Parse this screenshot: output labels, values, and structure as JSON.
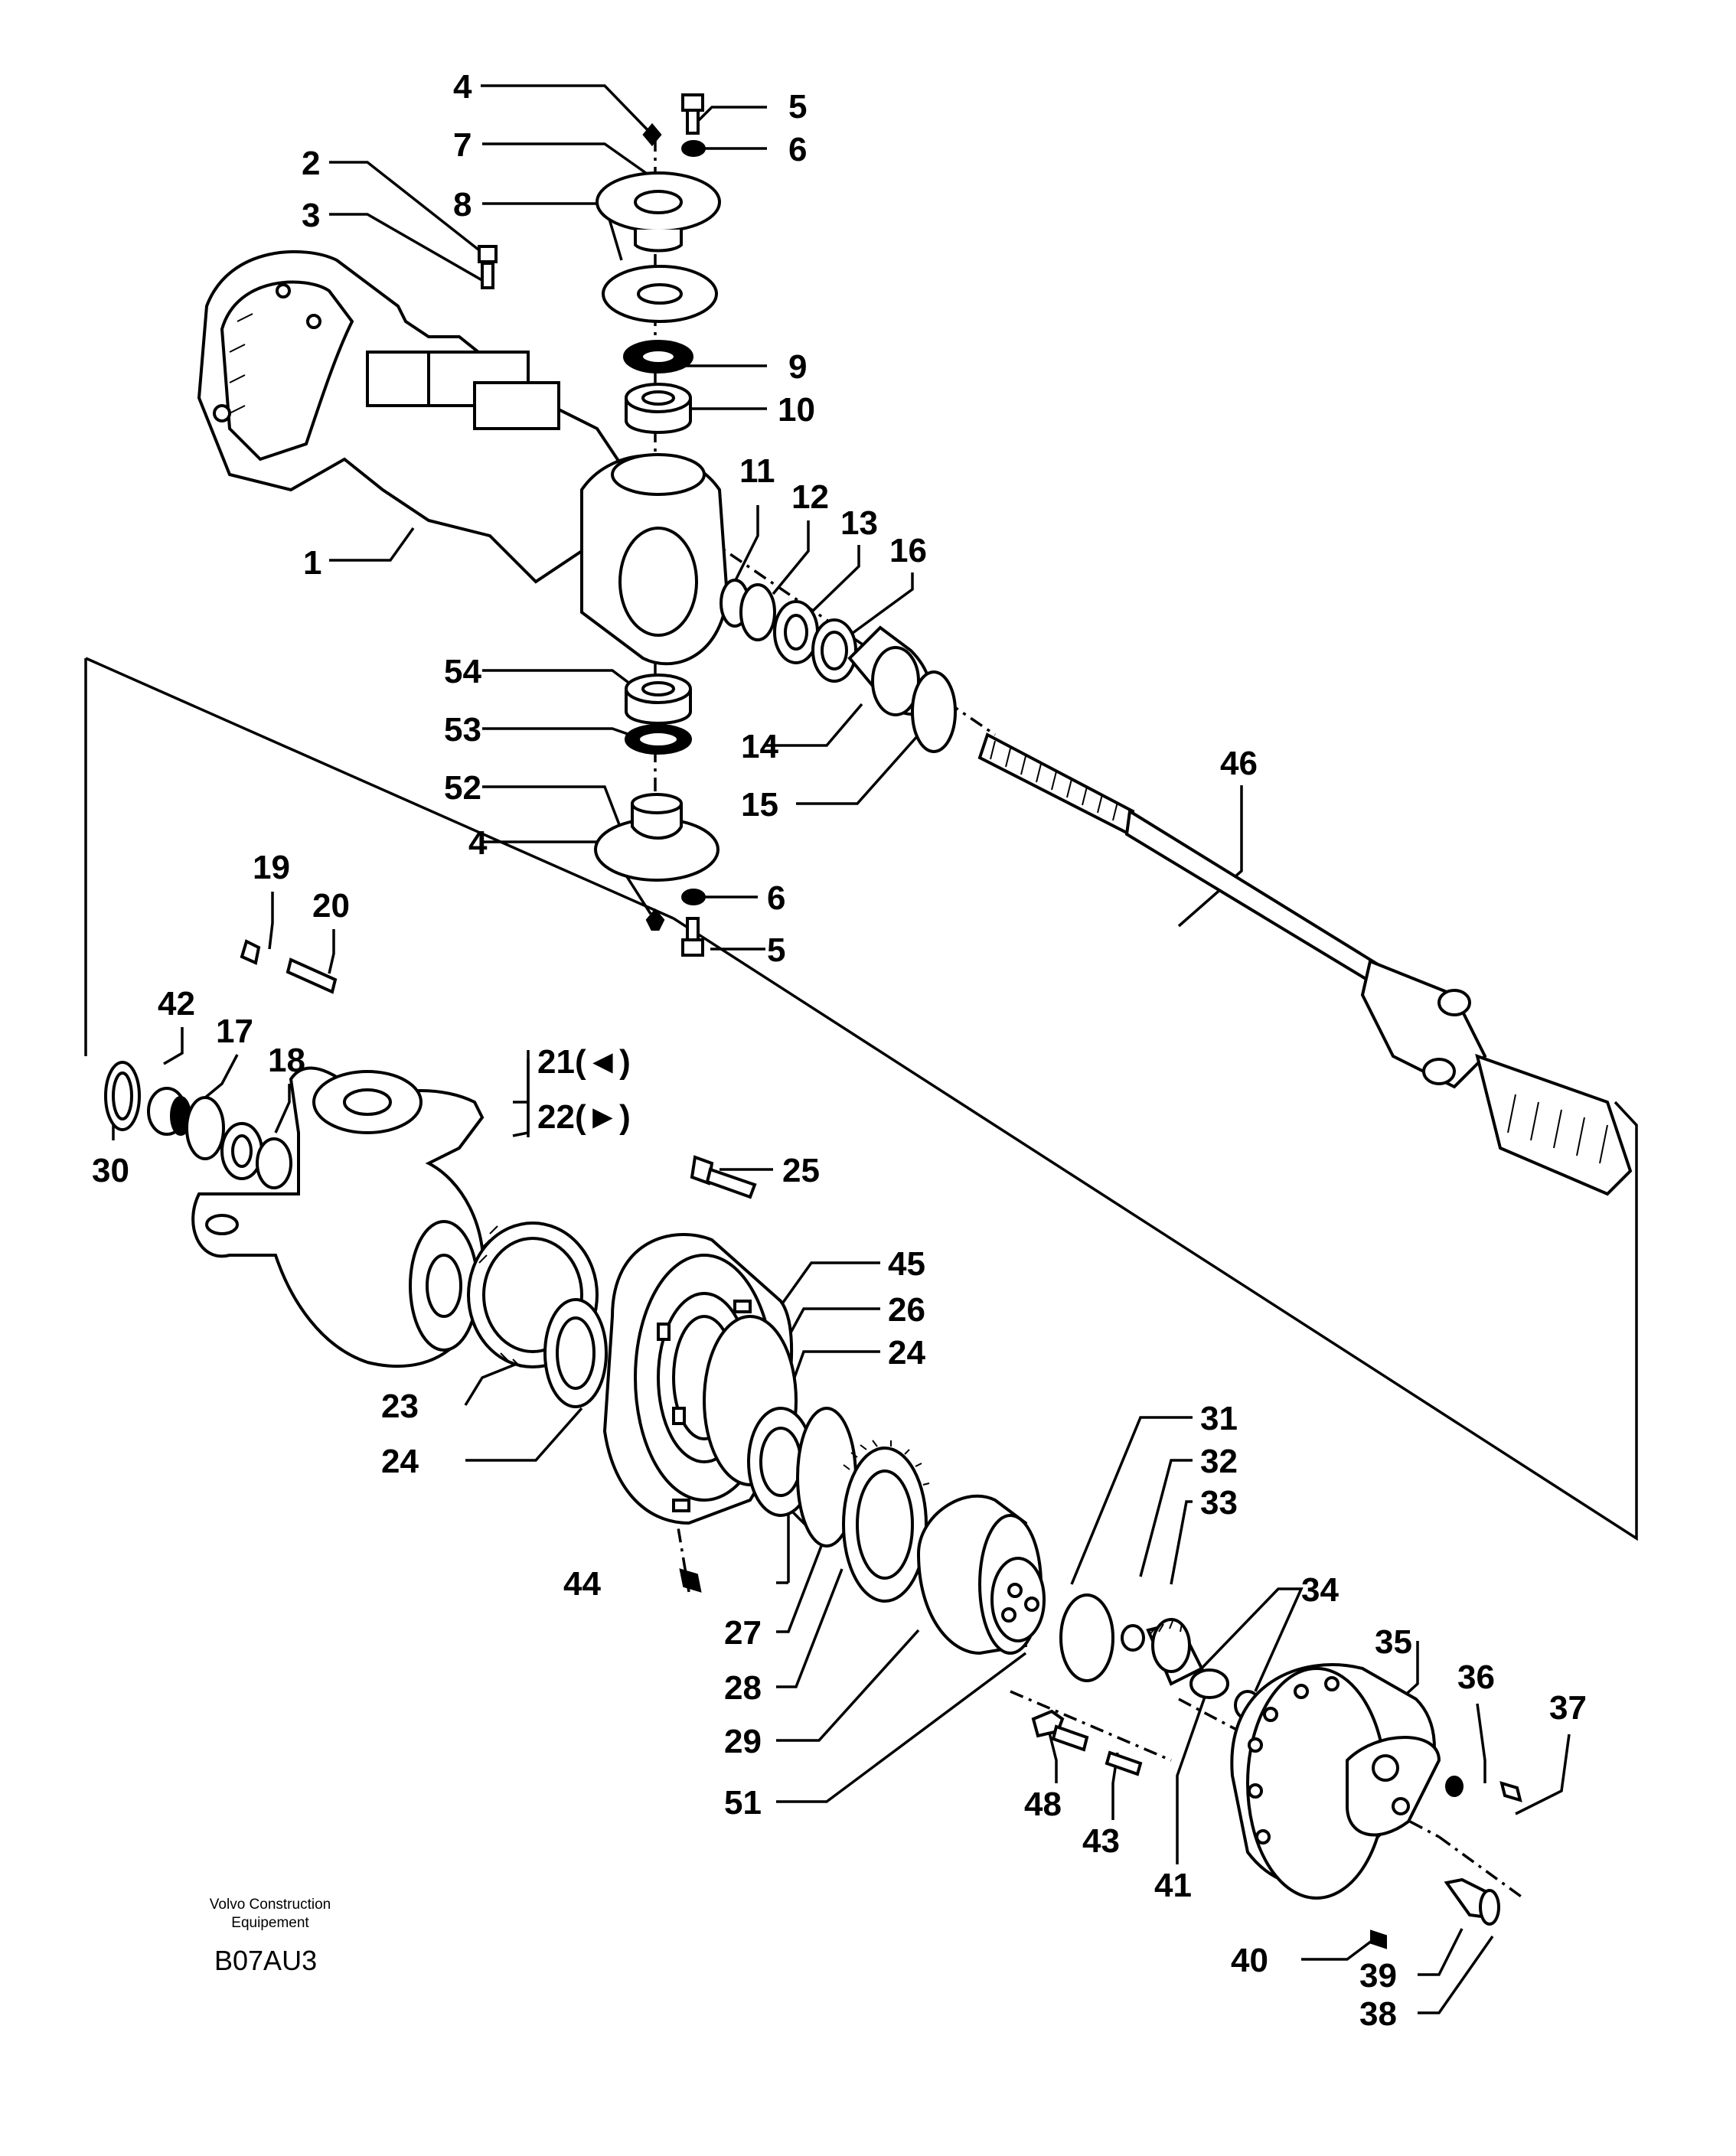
{
  "callouts": {
    "c4a": "4",
    "c5a": "5",
    "c6a": "6",
    "c7": "7",
    "c2": "2",
    "c8": "8",
    "c3": "3",
    "c9": "9",
    "c10": "10",
    "c11": "11",
    "c12": "12",
    "c13": "13",
    "c16": "16",
    "c1": "1",
    "c54": "54",
    "c53": "53",
    "c14": "14",
    "c15": "15",
    "c46": "46",
    "c52": "52",
    "c4b": "4",
    "c6b": "6",
    "c5b": "5",
    "c19": "19",
    "c20": "20",
    "c42": "42",
    "c17": "17",
    "c18": "18",
    "c21": "21(◄)",
    "c22": "22(►)",
    "c30": "30",
    "c25": "25",
    "c45": "45",
    "c26": "26",
    "c24a": "24",
    "c23": "23",
    "c24b": "24",
    "c31": "31",
    "c32": "32",
    "c33": "33",
    "c44": "44",
    "c34": "34",
    "c27": "27",
    "c35": "35",
    "c28": "28",
    "c36": "36",
    "c37": "37",
    "c29": "29",
    "c48": "48",
    "c51": "51",
    "c43": "43",
    "c41": "41",
    "c40": "40",
    "c39": "39",
    "c38": "38"
  },
  "footer": {
    "line1": "Volvo Construction",
    "line2": "Equipement",
    "code": "B07AU3"
  }
}
